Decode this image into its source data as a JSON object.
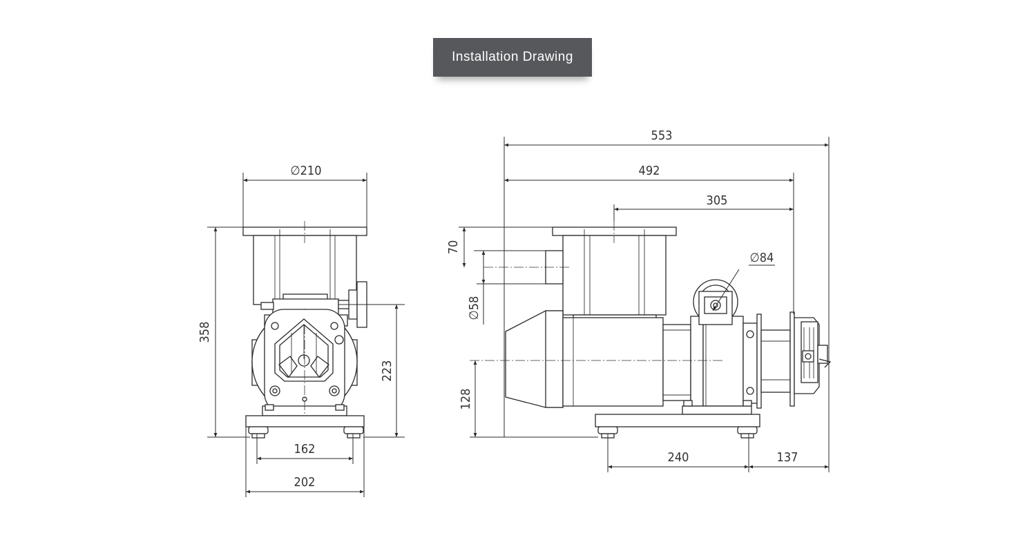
{
  "title": "Installation  Drawing",
  "dimensions": {
    "front_flange_diameter": "210",
    "front_height": "358",
    "front_shaft_height": "223",
    "front_feet_inner": "162",
    "front_base_width": "202",
    "side_total_length": "553",
    "side_flange_to_motor": "492",
    "side_center_to_motor": "305",
    "side_wheel_diameter": "84",
    "side_top_offset": "70",
    "side_port_diameter": "58",
    "side_shaft_height": "128",
    "side_base_length": "240",
    "side_motor_overhang": "137"
  },
  "diameter_symbol": "∅",
  "colors": {
    "banner_bg": "#56585b",
    "line": "#2a2a2a"
  }
}
